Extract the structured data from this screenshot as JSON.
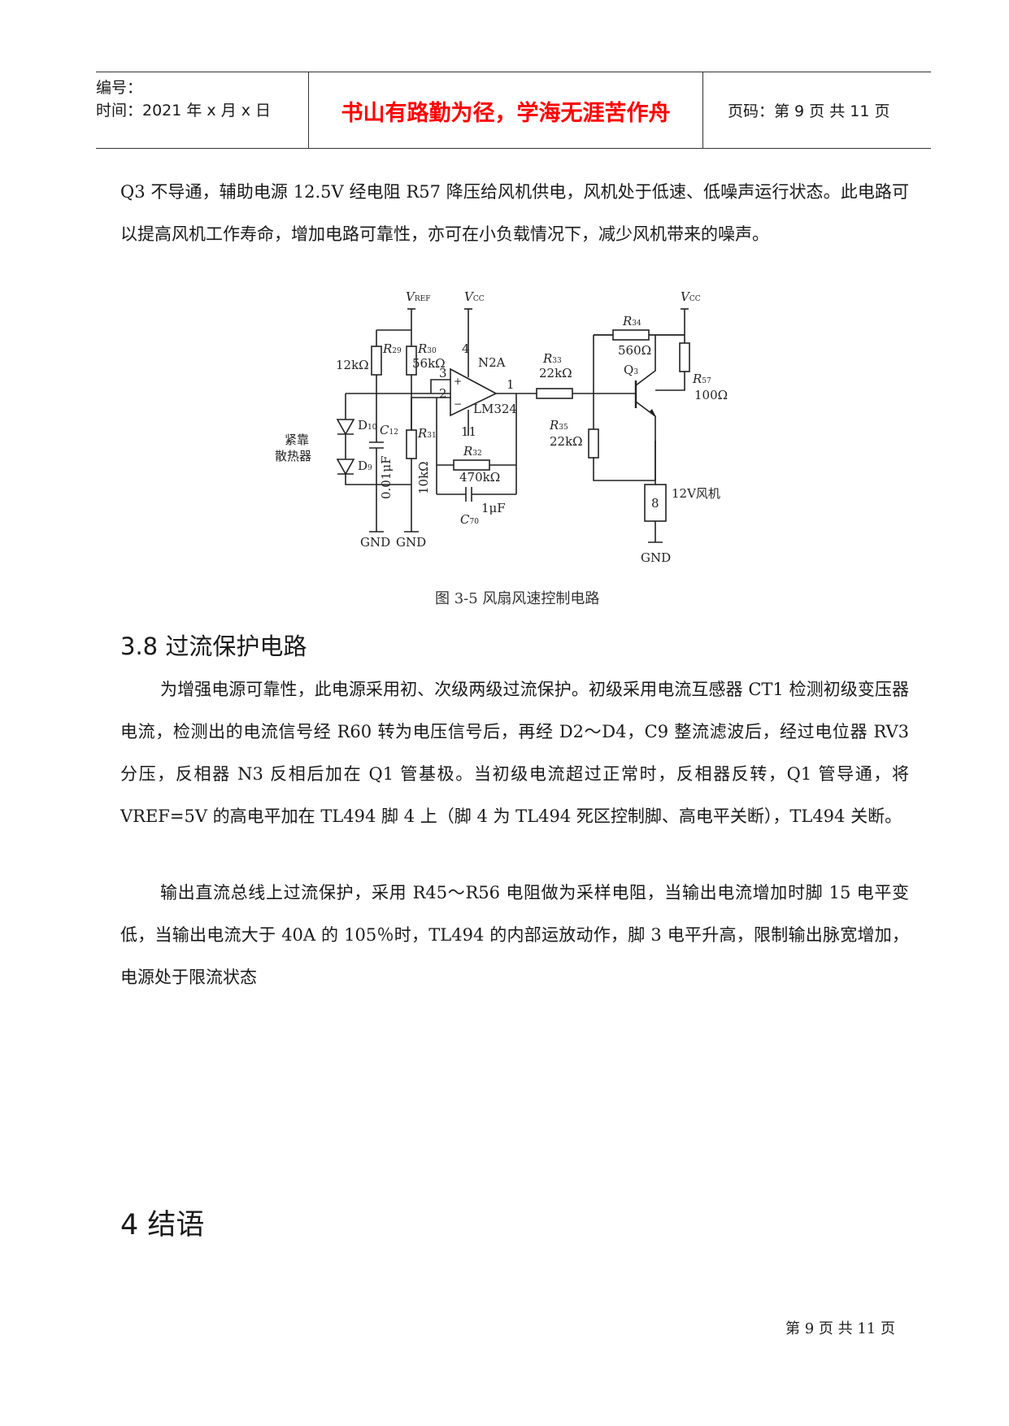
{
  "header": {
    "serial_label": "编号：",
    "time_text": "时间：2021 年 x 月 x 日",
    "motto": "书山有路勤为径，学海无涯苦作舟",
    "page_text": "页码：第 9 页  共 11 页",
    "motto_color": "#ff0000"
  },
  "body": {
    "para1": "Q3 不导通，辅助电源 12.5V 经电阻 R57 降压给风机供电，风机处于低速、低噪声运行状态。此电路可以提高风机工作寿命，增加电路可靠性，亦可在小负载情况下，减少风机带来的噪声。",
    "figure_caption": "图 3-5  风扇风速控制电路",
    "section_38": "3.8  过流保护电路",
    "para2": "为增强电源可靠性，此电源采用初、次级两级过流保护。初级采用电流互感器 CT1 检测初级变压器电流，检测出的电流信号经 R60 转为电压信号后，再经 D2～D4，C9 整流滤波后，经过电位器 RV3 分压，反相器 N3 反相后加在 Q1 管基极。当初级电流超过正常时，反相器反转，Q1 管导通，将 VREF=5V 的高电平加在 TL494 脚 4 上（脚 4 为 TL494 死区控制脚、高电平关断），TL494 关断。",
    "para3": "输出直流总线上过流保护，采用 R45～R56 电阻做为采样电阻，当输出电流增加时脚 15 电平变低，当输出电流大于 40A 的 105％时，TL494 的内部运放动作，脚 3 电平升高，限制输出脉宽增加，电源处于限流状态",
    "section_4": "4  结语"
  },
  "figure": {
    "labels": {
      "vref_v": "V",
      "vref_sub": "REF",
      "vcc1_v": "V",
      "vcc1_sub": "CC",
      "vcc2_v": "V",
      "vcc2_sub": "CC",
      "r29": "R",
      "r29_sub": "29",
      "r29_val": "12kΩ",
      "r30": "R",
      "r30_sub": "30",
      "r30_val": "56kΩ",
      "pin4": "4",
      "n2a": "N2A",
      "pin3": "3",
      "pin2": "2",
      "pin1": "1",
      "pin11": "11",
      "lm324": "LM324",
      "plus": "+",
      "minus": "−",
      "r33": "R",
      "r33_sub": "33",
      "r33_val": "22kΩ",
      "r34": "R",
      "r34_sub": "34",
      "r34_val": "560Ω",
      "q3": "Q",
      "q3_sub": "3",
      "r57": "R",
      "r57_sub": "57",
      "r57_val": "100Ω",
      "d10": "D",
      "d10_sub": "10",
      "d9": "D",
      "d9_sub": "9",
      "heatsink1": "紧靠",
      "heatsink2": "散热器",
      "c12": "C",
      "c12_sub": "12",
      "c12_val": "0.01μF",
      "r31": "R",
      "r31_sub": "31",
      "r31_val": "10kΩ",
      "r32": "R",
      "r32_sub": "32",
      "r32_val": "470kΩ",
      "c70_val": "1μF",
      "c70": "C",
      "c70_sub": "70",
      "r35": "R",
      "r35_sub": "35",
      "r35_val": "22kΩ",
      "fan_num": "8",
      "fan_label": "12V风机",
      "gnd1": "GND",
      "gnd2": "GND",
      "gnd3": "GND"
    }
  },
  "footer": {
    "page_text": "第 9 页 共 11 页"
  }
}
